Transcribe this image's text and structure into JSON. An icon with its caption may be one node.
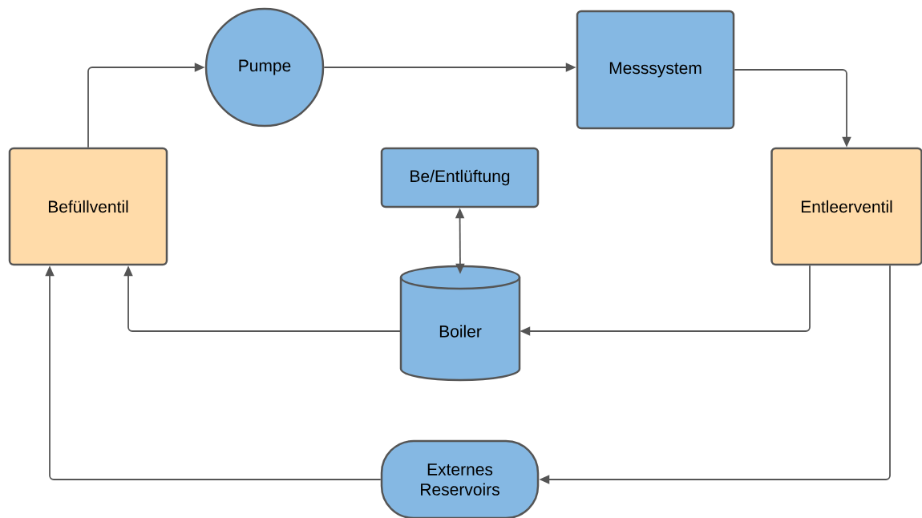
{
  "diagram": {
    "nodes": [
      {
        "text": [
          "Pumpe"
        ]
      },
      {
        "text": [
          "Messsystem"
        ]
      },
      {
        "text": [
          "Befüllventil"
        ]
      },
      {
        "text": [
          "Be/Entlüftung"
        ]
      },
      {
        "text": [
          "Entleerventil"
        ]
      },
      {
        "text": [
          "Boiler"
        ]
      },
      {
        "text": [
          "Externes Reservoirs"
        ]
      }
    ],
    "edges": [
      {
        "from": 2,
        "to": 0,
        "arrow": "to"
      },
      {
        "from": 0,
        "to": 1,
        "arrow": "to"
      },
      {
        "from": 1,
        "to": 4,
        "arrow": "to"
      },
      {
        "from": 3,
        "to": 5,
        "arrow": "both"
      },
      {
        "from": 4,
        "to": 5,
        "arrow": "to"
      },
      {
        "from": 5,
        "to": 2,
        "arrow": "to"
      },
      {
        "from": 4,
        "to": 6,
        "arrow": "to"
      },
      {
        "from": 6,
        "to": 2,
        "arrow": "to"
      }
    ]
  }
}
